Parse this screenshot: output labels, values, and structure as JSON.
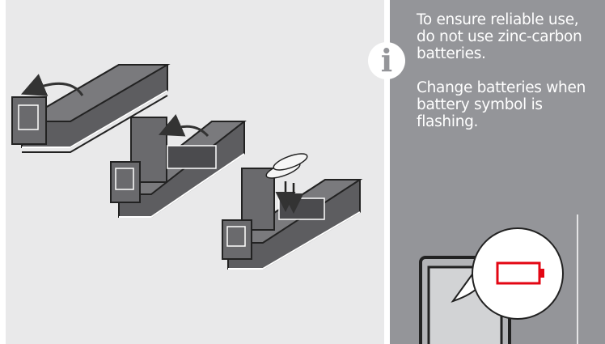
{
  "info": {
    "icon": "info-icon",
    "glyph": "i",
    "badge_color": "#ffffff",
    "panel_color": "#949599"
  },
  "notes": [
    "To ensure reliable use, do not use zinc-carbon batteries.",
    "Change batteries when battery symbol is flashing."
  ],
  "illustration": {
    "steps": [
      "open-lid",
      "lift-battery-cover",
      "insert-batteries"
    ],
    "display_symbol": "battery-empty-icon",
    "accent_color": "#e30613"
  }
}
